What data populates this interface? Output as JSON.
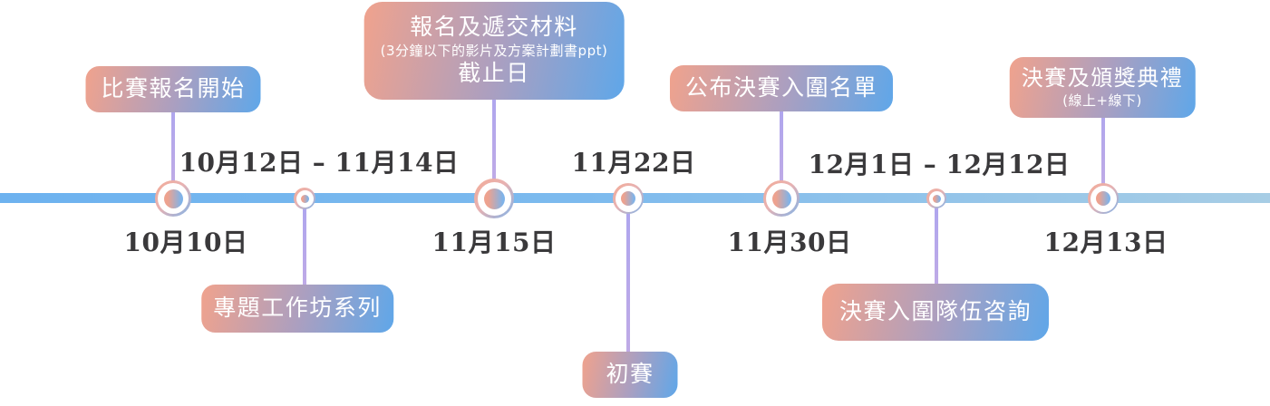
{
  "diagram": {
    "type": "timeline",
    "orientation": "horizontal",
    "description": "Competition schedule timeline with event pills above and below the axis"
  },
  "colors": {
    "pill_gradient_start": "#f0a28d",
    "pill_gradient_end": "#5fa7e9",
    "pill_text": "#ffffff",
    "axis_gradient_start": "#6db2ef",
    "axis_gradient_end": "#a7cde5",
    "connector": "#b5a9ec",
    "node_dot_start": "#eda28f",
    "node_dot_end": "#7fb3e9",
    "date_text": "#3a393b"
  },
  "events": [
    {
      "id": "registration-start",
      "title": "比賽報名開始",
      "date": "10月10日"
    },
    {
      "id": "workshop-series",
      "date_range": "10月12日 – 11月14日",
      "title": "專題工作坊系列"
    },
    {
      "id": "submission-deadline",
      "title": "報名及遞交材料",
      "subtitle": "(3分鐘以下的影片及方案計劃書ppt)",
      "title2": "截止日",
      "date": "11月15日"
    },
    {
      "id": "preliminary-round",
      "date": "11月22日",
      "title": "初賽"
    },
    {
      "id": "finalists-announcement",
      "title": "公布決賽入圍名單",
      "date": "11月30日"
    },
    {
      "id": "finalist-consultation",
      "date_range": "12月1日 – 12月12日",
      "title": "決賽入圍隊伍咨詢"
    },
    {
      "id": "final-and-awards",
      "title": "決賽及頒獎典禮",
      "subtitle": "(線上+線下)",
      "date": "12月13日"
    }
  ]
}
